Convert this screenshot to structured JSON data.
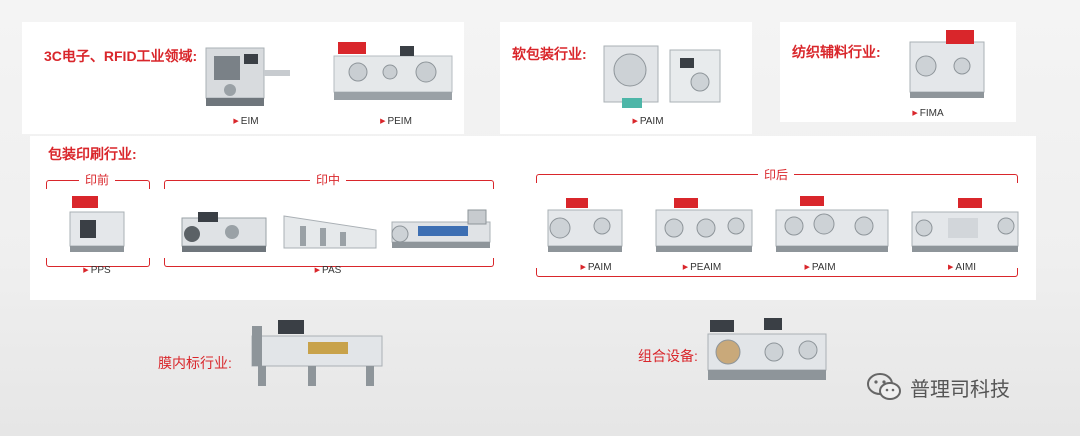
{
  "sections": {
    "c3": {
      "title": "3C电子、RFID工业领域:",
      "captions": [
        "EIM",
        "PEIM"
      ]
    },
    "flexpack": {
      "title": "软包装行业:",
      "captions": [
        "PAIM"
      ]
    },
    "textile": {
      "title": "纺织辅料行业:",
      "captions": [
        "FIMA"
      ]
    },
    "printing": {
      "title": "包装印刷行业:",
      "prepress": {
        "label": "印前",
        "caption": "PPS"
      },
      "press": {
        "label": "印中",
        "caption": "PAS"
      },
      "postpress": {
        "label": "印后",
        "captions": [
          "PAIM",
          "PEAIM",
          "PAIM",
          "AIMI"
        ]
      }
    },
    "iml": {
      "title": "膜内标行业:"
    },
    "combo": {
      "title": "组合设备:"
    }
  },
  "watermark": {
    "text": "普理司科技",
    "icon": "wechat-icon"
  },
  "colors": {
    "accent": "#d9262b",
    "machine_body": "#e2e5e8",
    "machine_dark": "#3a3f45"
  }
}
